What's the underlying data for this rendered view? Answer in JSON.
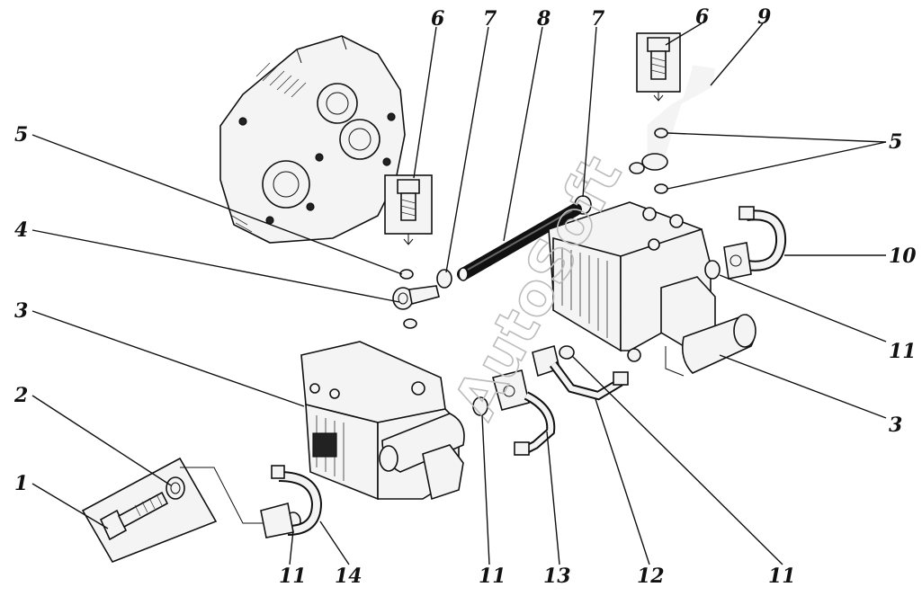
{
  "watermark": "AutoSoft",
  "callouts": [
    {
      "id": "1",
      "text": "1"
    },
    {
      "id": "2",
      "text": "2"
    },
    {
      "id": "3a",
      "text": "3"
    },
    {
      "id": "3b",
      "text": "3"
    },
    {
      "id": "4",
      "text": "4"
    },
    {
      "id": "5a",
      "text": "5"
    },
    {
      "id": "5b",
      "text": "5"
    },
    {
      "id": "6a",
      "text": "6"
    },
    {
      "id": "6b",
      "text": "6"
    },
    {
      "id": "7a",
      "text": "7"
    },
    {
      "id": "7b",
      "text": "7"
    },
    {
      "id": "8",
      "text": "8"
    },
    {
      "id": "9",
      "text": "9"
    },
    {
      "id": "10",
      "text": "10"
    },
    {
      "id": "11a",
      "text": "11"
    },
    {
      "id": "11b",
      "text": "11"
    },
    {
      "id": "11c",
      "text": "11"
    },
    {
      "id": "11d",
      "text": "11"
    },
    {
      "id": "12",
      "text": "12"
    },
    {
      "id": "13",
      "text": "13"
    },
    {
      "id": "14",
      "text": "14"
    }
  ]
}
